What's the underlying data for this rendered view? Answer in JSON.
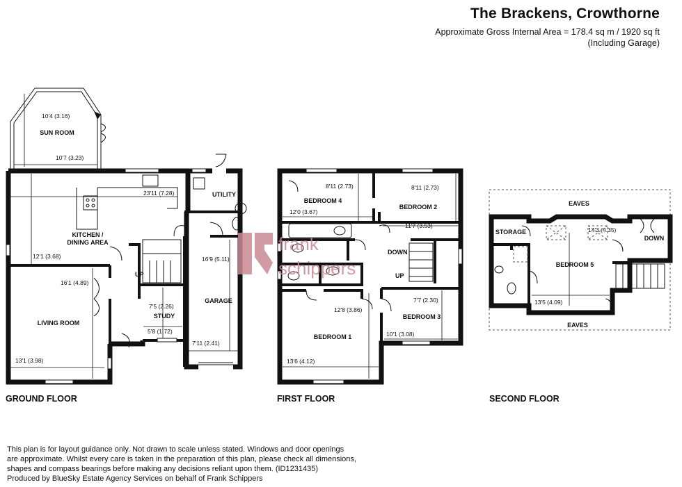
{
  "header": {
    "title": "The Brackens, Crowthorne",
    "area_line": "Approximate Gross Internal Area = 178.4 sq m / 1920 sq ft",
    "garage_note": "(Including Garage)"
  },
  "floors": {
    "ground": "GROUND FLOOR",
    "first": "FIRST FLOOR",
    "second": "SECOND FLOOR"
  },
  "ground_rooms": {
    "sun_room": "SUN ROOM",
    "sun_room_dim1": "10'4 (3.16)",
    "sun_room_dim2": "10'7 (3.23)",
    "kitchen_line1": "KITCHEN /",
    "kitchen_line2": "DINING AREA",
    "kitchen_dim1": "23'11 (7.28)",
    "kitchen_dim2": "12'1 (3.68)",
    "utility": "UTILITY",
    "living_room": "LIVING ROOM",
    "living_dim1": "16'1 (4.89)",
    "living_dim2": "13'1 (3.98)",
    "up": "UP",
    "study": "STUDY",
    "study_dim1": "7'5 (2.26)",
    "study_dim2": "5'8 (1.72)",
    "garage": "GARAGE",
    "garage_dim1": "16'9 (5.11)",
    "garage_dim2": "7'11 (2.41)"
  },
  "first_rooms": {
    "bedroom4": "BEDROOM 4",
    "bedroom4_dim1": "8'11 (2.73)",
    "bedroom4_dim2": "12'0 (3.67)",
    "bedroom2": "BEDROOM 2",
    "bedroom2_dim1": "8'11 (2.73)",
    "bedroom2_dim2": "11'7 (3.53)",
    "down": "DOWN",
    "up": "UP",
    "bedroom3": "BEDROOM 3",
    "bedroom3_dim1": "7'7 (2.30)",
    "bedroom3_dim2": "10'1 (3.08)",
    "bedroom1": "BEDROOM 1",
    "bedroom1_dim1": "12'8 (3.86)",
    "bedroom1_dim2": "13'6 (4.12)"
  },
  "second_rooms": {
    "eaves_top": "EAVES",
    "storage": "STORAGE",
    "down": "DOWN",
    "bedroom5": "BEDROOM 5",
    "bedroom5_dim1": "14'3 (4.35)",
    "bedroom5_dim2": "13'5 (4.09)",
    "eaves_bottom": "EAVES"
  },
  "watermark": {
    "line1": "frank",
    "line2": "schippers",
    "color": "#c98a93"
  },
  "disclaimer": {
    "line1": "This plan is for layout guidance only. Not drawn to scale unless stated. Windows and door openings",
    "line2": "are approximate. Whilst every care is taken in the preparation of this plan, please check all dimensions,",
    "line3": "shapes and compass bearings before making any decisions reliant upon them. (ID1231435)",
    "line4": "Produced by BlueSky Estate Agency Services on behalf of Frank Schippers"
  }
}
